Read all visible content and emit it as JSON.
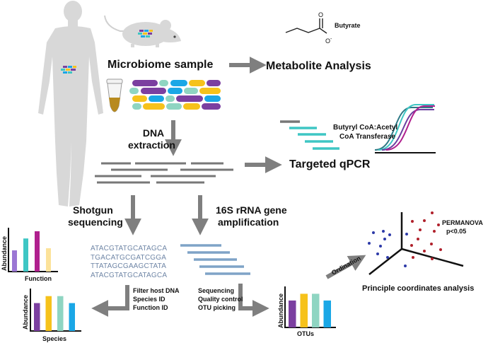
{
  "labels": {
    "microbiome_sample": "Microbiome sample",
    "metabolite_analysis": "Metabolite Analysis",
    "butyrate": "Butyrate",
    "dna_extraction_1": "DNA",
    "dna_extraction_2": "extraction",
    "targeted_qpcr": "Targeted qPCR",
    "butyryl_1": "Butyryl CoA:Acetyl",
    "butyryl_2": "CoA Transferase",
    "shotgun_1": "Shotgun",
    "shotgun_2": "sequencing",
    "amp_1": "16S rRNA gene",
    "amp_2": "amplification",
    "filter_1": "Filter host DNA",
    "filter_2": "Species ID",
    "filter_3": "Function ID",
    "seq_1": "Sequencing",
    "seq_2": "Quality control",
    "seq_3": "OTU picking",
    "ordination": "Ordination",
    "pcoa": "Principle coordinates analysis",
    "permanova_1": "PERMANOVA",
    "permanova_2": "p<0.05",
    "molecule_o": "O",
    "molecule_ominus": "O"
  },
  "dna_sequences": [
    "ATACGTATGCATAGCA",
    "TGACATGCGATCGGA",
    "TTATAGCGAAGCTATA",
    "ATACGTATGCATAGCA"
  ],
  "charts": {
    "function": {
      "xlabel": "Function",
      "ylabel": "Abundance",
      "values": [
        0.5,
        0.78,
        0.95,
        0.55
      ],
      "colors": [
        "#9b76d4",
        "#3ec6c4",
        "#b0208e",
        "#fce29a"
      ]
    },
    "species": {
      "xlabel": "Species",
      "ylabel": "Abundance",
      "values": [
        0.68,
        0.85,
        0.85,
        0.68
      ],
      "colors": [
        "#7b3fa0",
        "#f6c21b",
        "#8fd5c2",
        "#1aa7e6"
      ]
    },
    "otus": {
      "xlabel": "OTUs",
      "ylabel": "Abundance",
      "values": [
        0.68,
        0.85,
        0.85,
        0.68
      ],
      "colors": [
        "#7b3fa0",
        "#f6c21b",
        "#8fd5c2",
        "#1aa7e6"
      ]
    }
  },
  "colors": {
    "arrow": "#7f7f7f",
    "purple": "#7b3fa0",
    "yellow": "#f6c21b",
    "teal": "#3ec6c4",
    "blue": "#1aa7e6",
    "mint": "#8fd5c2",
    "silhouette": "#d8d8d8",
    "dna_grey": "#777777",
    "scatter_blue": "#2d3aa8",
    "scatter_red": "#b0202b",
    "amplicon": "#7fa3c7"
  }
}
